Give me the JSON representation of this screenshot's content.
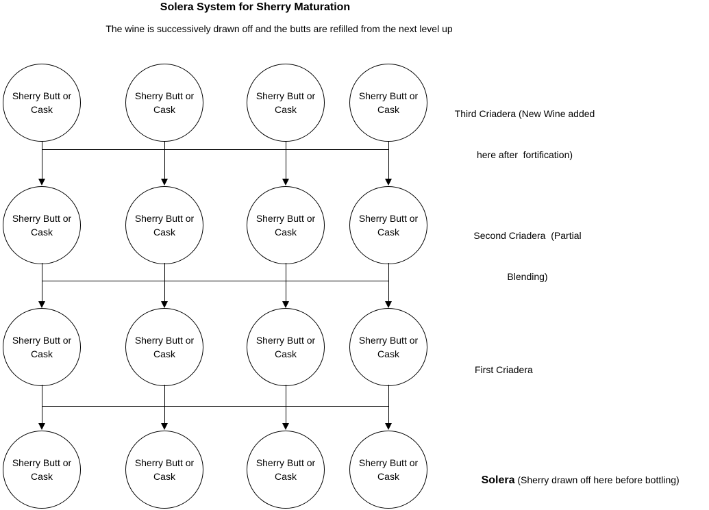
{
  "title": "Solera System for Sherry Maturation",
  "subtitle": "The wine is successively drawn off and the butts are refilled from the next level up",
  "node": {
    "line1": "Sherry Butt or",
    "line2": "Cask"
  },
  "levels": [
    {
      "id": "third-criadera",
      "label_lines": [
        "Third Criadera (New Wine added",
        "here after  fortification)"
      ]
    },
    {
      "id": "second-criadera",
      "label_lines": [
        "Second Criadera  (Partial",
        "Blending)"
      ]
    },
    {
      "id": "first-criadera",
      "label_lines": [
        "First Criadera"
      ]
    },
    {
      "id": "solera",
      "label_bold": "Solera",
      "label_text": " (Sherry drawn off here before bottling)"
    }
  ],
  "colors": {
    "line": "#000000",
    "text": "#000000",
    "background": "#ffffff"
  }
}
